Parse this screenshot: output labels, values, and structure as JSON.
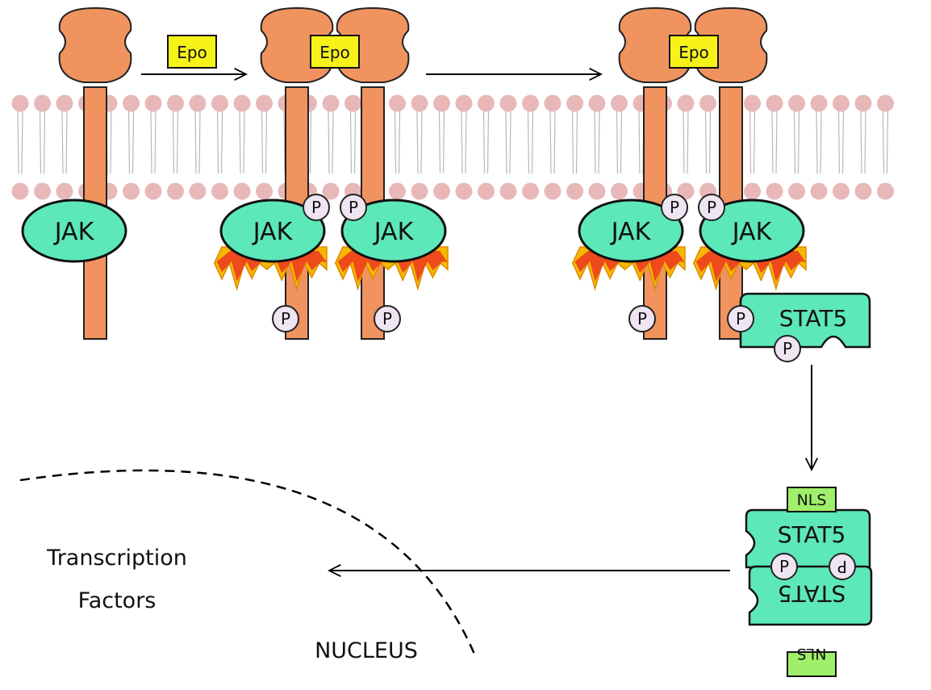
{
  "ligand_label": "Epo",
  "kinase_label": "JAK",
  "phospho_label": "P",
  "stat_label": "STAT5",
  "nls_label": "NLS",
  "output_label_line1": "Transcription",
  "output_label_line2": "Factors",
  "compartment_label": "NUCLEUS",
  "colors": {
    "receptor": "#f0935f",
    "jak": "#5ce8b8",
    "ligand": "#f7f21a",
    "nls": "#9fef6a",
    "membrane_head": "#e8b8b8",
    "phospho": "#efe4f2",
    "flame_outer": "#f5b800",
    "flame_inner": "#ee4a1c"
  }
}
